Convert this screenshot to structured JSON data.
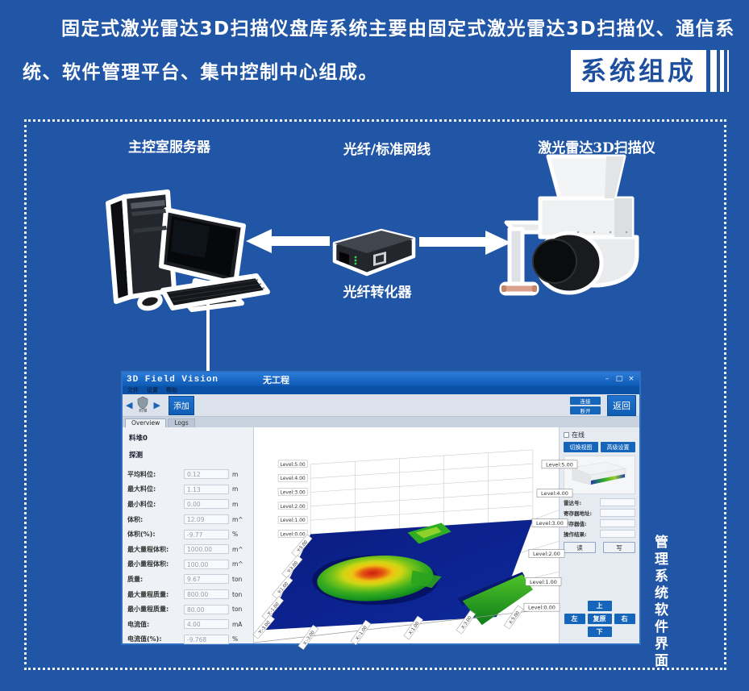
{
  "page": {
    "intro_line1": "固定式激光雷达3D扫描仪盘库系统主要由固定式激光雷达3D扫描仪、通信系",
    "intro_line2": "统、软件管理平台、集中控制中心组成。",
    "badge": "系统组成"
  },
  "diagram": {
    "server_label": "主控室服务器",
    "cable_label": "光纤/标准网线",
    "scanner_label": "激光雷达3D扫描仪",
    "converter_label": "光纤转化器",
    "software_caption": "管理系统软件界面"
  },
  "software": {
    "title": "3D Field Vision",
    "project": "无工程",
    "window_controls": {
      "minimize": "–",
      "maximize": "□",
      "close": "×"
    },
    "menu_items": [
      "文件",
      "设置",
      "帮助"
    ],
    "toolbar": {
      "prev_icon": "◀",
      "next_icon": "▶",
      "pile_icon_label": "料堆",
      "add_button": "添加",
      "connect_button": "连接",
      "disconnect_button": "断开",
      "return_button": "返回"
    },
    "tabs": [
      "Overview",
      "Logs"
    ],
    "left_panel": {
      "pile_header": "料堆0",
      "section_header": "探测",
      "fields": [
        {
          "label": "平均料位:",
          "value": "0.12",
          "unit": "m"
        },
        {
          "label": "最大料位:",
          "value": "1.13",
          "unit": "m"
        },
        {
          "label": "最小料位:",
          "value": "0.00",
          "unit": "m"
        },
        {
          "label": "体积:",
          "value": "12.09",
          "unit": "m^"
        },
        {
          "label": "体积(%):",
          "value": "-9.77",
          "unit": "%"
        },
        {
          "label": "最大量程体积:",
          "value": "1000.00",
          "unit": "m^"
        },
        {
          "label": "最小量程体积:",
          "value": "100.00",
          "unit": "m^"
        },
        {
          "label": "质量:",
          "value": "9.67",
          "unit": "ton"
        },
        {
          "label": "最大量程质量:",
          "value": "800.00",
          "unit": "ton"
        },
        {
          "label": "最小量程质量:",
          "value": "80.00",
          "unit": "ton"
        },
        {
          "label": "电流值:",
          "value": "4.00",
          "unit": "mA"
        },
        {
          "label": "电流值(%):",
          "value": "-9.768",
          "unit": "%"
        }
      ]
    },
    "plot": {
      "left_axis_labels": [
        "Level:5.00",
        "Level:4.00",
        "Level:3.00",
        "Level:2.00",
        "Level:1.00",
        "Level:0.00"
      ],
      "right_axis_labels": [
        "Level:5.00",
        "Level:4.00",
        "Level:3.00",
        "Level:2.00",
        "Level:1.00",
        "Level:0.00"
      ],
      "y_axis_labels": [
        "Y:5.00",
        "Y:3.00",
        "Y:1.00",
        "Y:-1.00",
        "Y:-3.00"
      ],
      "x_axis_labels": [
        "X:-3.00",
        "X:-1.00",
        "X:1.00",
        "X:3.00",
        "X:5.00"
      ]
    },
    "right_panel": {
      "online_label": "在线",
      "switch_view_button": "切换视图",
      "advanced_button": "高级设置",
      "fields": [
        {
          "label": "雷达号:"
        },
        {
          "label": "寄存器地址:"
        },
        {
          "label": "寄存器值:"
        },
        {
          "label": "操作结果:"
        }
      ],
      "read_button": "读",
      "write_button": "写",
      "dpad": {
        "up": "上",
        "left": "左",
        "center": "复原",
        "right": "右",
        "down": "下"
      }
    }
  },
  "colors": {
    "background_blue": "#2156a6",
    "titlebar_blue": "#1265c0",
    "button_blue": "#1565bb",
    "floor_navy": "#0a1b80",
    "mound_red": "#cf1c0e",
    "mound_green": "#2fae24"
  },
  "chart_data": {
    "type": "heatmap",
    "x_ticks": [
      "X:-3.00",
      "X:-1.00",
      "X:1.00",
      "X:3.00",
      "X:5.00"
    ],
    "y_ticks": [
      "Y:5.00",
      "Y:3.00",
      "Y:1.00",
      "Y:-1.00",
      "Y:-3.00"
    ],
    "z_ticks": [
      "Level:0.00",
      "Level:1.00",
      "Level:2.00",
      "Level:3.00",
      "Level:4.00",
      "Level:5.00"
    ],
    "zlim": [
      0,
      5
    ],
    "surface": "Flat storage floor at Level 0 (dark blue) with a central elliptical material mound peaking around Level 1.1 (red core, yellow ring, green base), plus green ridges along the right and upper-right floor edges"
  }
}
